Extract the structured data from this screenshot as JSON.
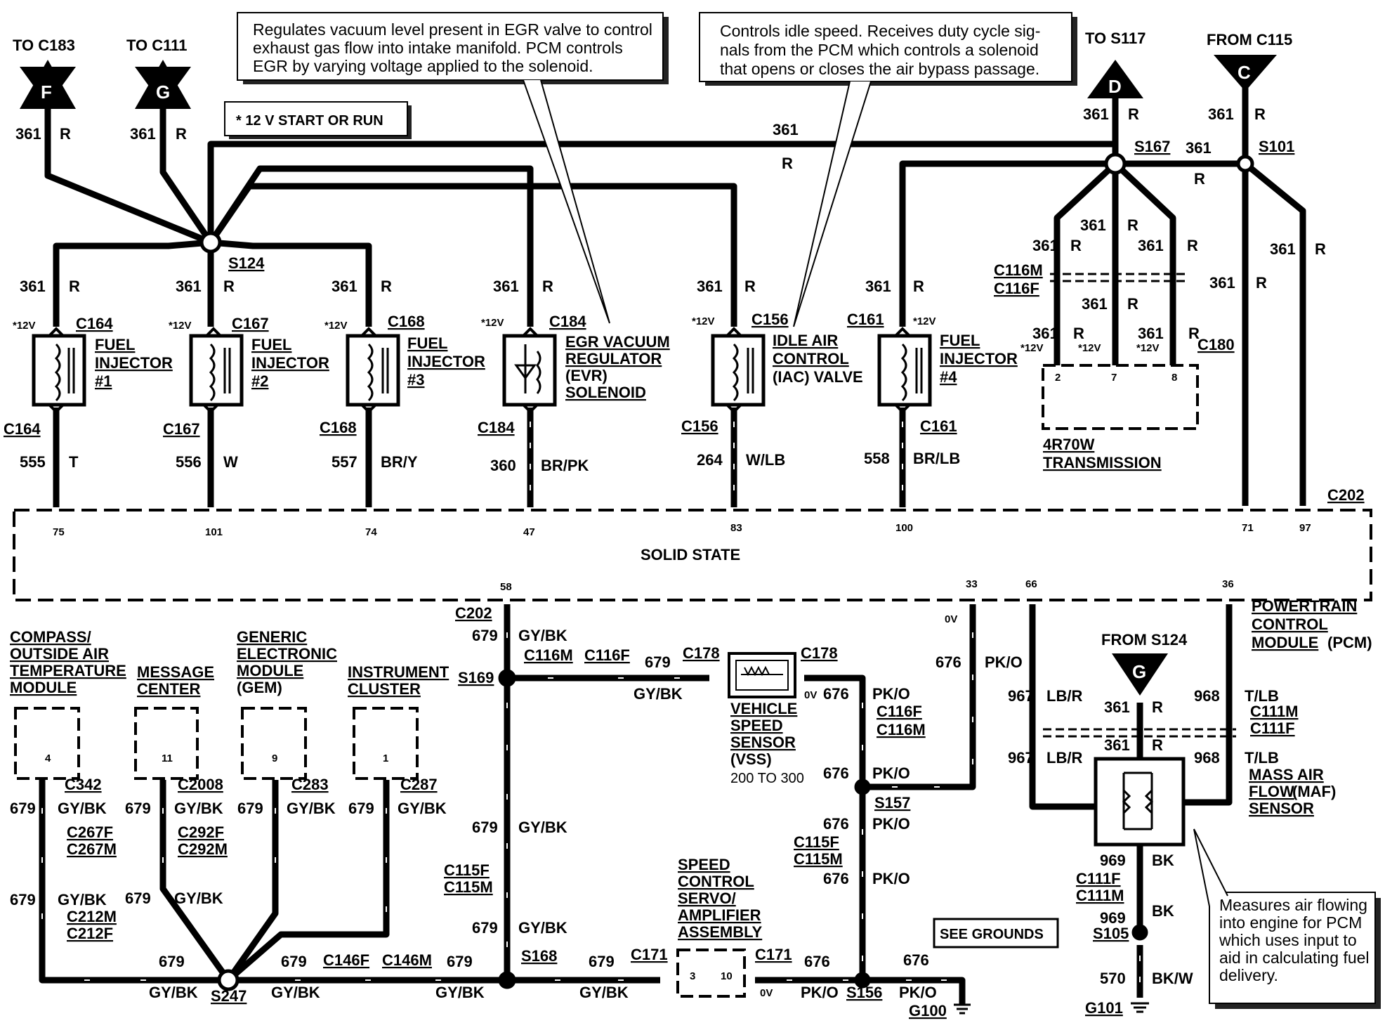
{
  "notes": {
    "egr": [
      "Regulates vacuum level present in EGR valve to control",
      "exhaust gas flow into intake manifold. PCM controls",
      "EGR by varying voltage applied to the solenoid."
    ],
    "iac": [
      "Controls idle speed. Receives duty cycle sig-",
      "nals from the PCM which controls a solenoid",
      "that opens or closes the air bypass passage."
    ],
    "maf": [
      "Measures air flowing",
      "into engine for PCM",
      "which uses input to",
      "aid in calculating fuel",
      "delivery."
    ],
    "start_run": "* 12 V START OR RUN",
    "see_grounds": "SEE GROUNDS"
  },
  "offpage": {
    "to_c183": "TO C183",
    "f": "F",
    "to_c111": "TO C111",
    "g": "G",
    "to_s117": "TO S117",
    "d": "D",
    "from_c115": "FROM C115",
    "c": "C",
    "from_s124": "FROM S124",
    "g2": "G"
  },
  "wires": {
    "w361": "361",
    "r": "R",
    "w555": "555",
    "t": "T",
    "w556": "556",
    "w": "W",
    "w557": "557",
    "bry": "BR/Y",
    "w360": "360",
    "brpk": "BR/PK",
    "w264": "264",
    "wlb": "W/LB",
    "w558": "558",
    "brlb": "BR/LB",
    "w679": "679",
    "gybk": "GY/BK",
    "w676": "676",
    "pko": "PK/O",
    "w967": "967",
    "lbr": "LB/R",
    "w968": "968",
    "tlb": "T/LB",
    "w969": "969",
    "bk": "BK",
    "w570": "570",
    "bkw": "BK/W"
  },
  "splices": {
    "s124": "S124",
    "s167": "S167",
    "s101": "S101",
    "s169": "S169",
    "s157": "S157",
    "s168": "S168",
    "s247": "S247",
    "s156": "S156",
    "s105": "S105"
  },
  "connectors": {
    "c164": "C164",
    "c167": "C167",
    "c168": "C168",
    "c184": "C184",
    "c156": "C156",
    "c161": "C161",
    "c116m": "C116M",
    "c116f": "C116F",
    "c180": "C180",
    "c202": "C202",
    "c178": "C178",
    "c115f": "C115F",
    "c115m": "C115M",
    "c171": "C171",
    "c146f": "C146F",
    "c146m": "C146M",
    "c342": "C342",
    "c2008": "C2008",
    "c283": "C283",
    "c287": "C287",
    "c267f": "C267F",
    "c267m": "C267M",
    "c292f": "C292F",
    "c292m": "C292M",
    "c212m": "C212M",
    "c212f": "C212F",
    "c111m": "C111M",
    "c111f": "C111F",
    "g100": "G100",
    "g101": "G101"
  },
  "components": {
    "inj1": [
      "FUEL",
      "INJECTOR",
      "#1"
    ],
    "inj2": [
      "FUEL",
      "INJECTOR",
      "#2"
    ],
    "inj3": [
      "FUEL",
      "INJECTOR",
      "#3"
    ],
    "evr": [
      "EGR VACUUM",
      "REGULATOR",
      "(EVR)",
      "SOLENOID"
    ],
    "iac": [
      "IDLE AIR",
      "CONTROL",
      "(IAC) VALVE"
    ],
    "inj4": [
      "FUEL",
      "INJECTOR",
      "#4"
    ],
    "trans": [
      "4R70W",
      "TRANSMISSION"
    ],
    "pcm": [
      "POWERTRAIN",
      "CONTROL",
      "MODULE",
      "(PCM)"
    ],
    "solid_state": "SOLID STATE",
    "compass": [
      "COMPASS/",
      "OUTSIDE AIR",
      "TEMPERATURE",
      "MODULE"
    ],
    "message": [
      "MESSAGE",
      "CENTER"
    ],
    "gem": [
      "GENERIC",
      "ELECTRONIC",
      "MODULE",
      "(GEM)"
    ],
    "cluster": [
      "INSTRUMENT",
      "CLUSTER"
    ],
    "vss": [
      "VEHICLE",
      "SPEED",
      "SENSOR",
      "(VSS)",
      "200 TO 300"
    ],
    "servo": [
      "SPEED",
      "CONTROL",
      "SERVO/",
      "AMPLIFIER",
      "ASSEMBLY"
    ],
    "maf": [
      "MASS AIR",
      "FLOW",
      "(MAF)",
      "SENSOR"
    ]
  },
  "pins": {
    "p75": "75",
    "p101": "101",
    "p74": "74",
    "p47": "47",
    "p83": "83",
    "p100": "100",
    "p71": "71",
    "p97": "97",
    "p58": "58",
    "p33": "33",
    "p66": "66",
    "p36": "36",
    "t2": "2",
    "t7": "7",
    "t8": "8",
    "m4": "4",
    "m11": "11",
    "m9": "9",
    "m1": "1",
    "sv3": "3",
    "sv10": "10"
  },
  "volt": {
    "v12": "*12V",
    "ov": "0V"
  }
}
